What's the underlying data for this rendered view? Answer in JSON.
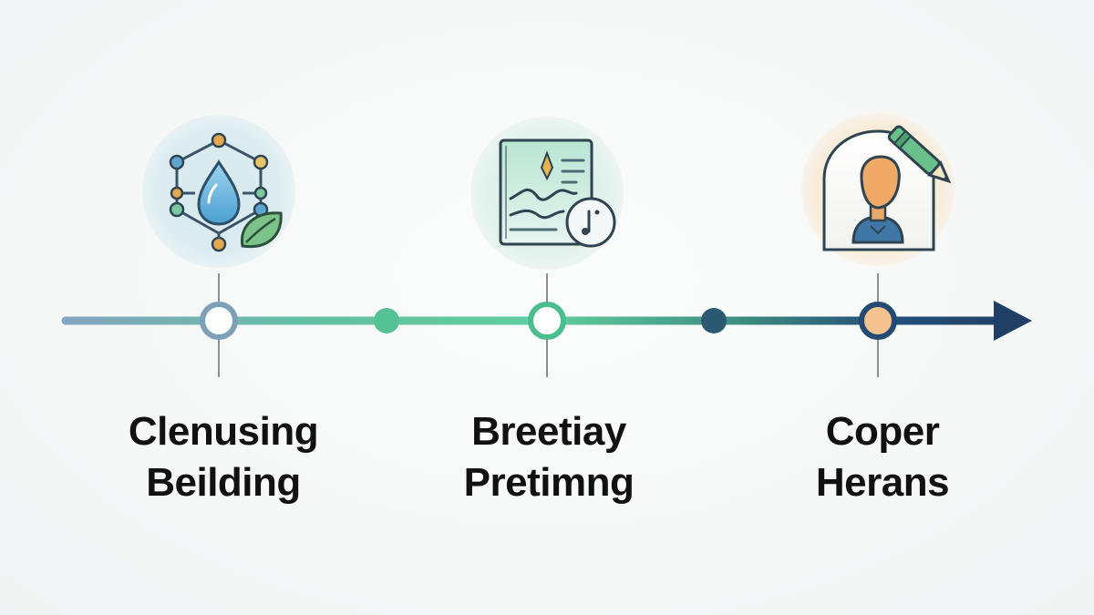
{
  "steps": [
    {
      "line1": "Clenusing",
      "line2": "Beilding",
      "icon": "water-drop-network-leaf-icon",
      "marker": "hollow-ring",
      "halo_color": "#dcecf1"
    },
    {
      "line1": "Breetiay",
      "line2": "Pretimng",
      "icon": "document-waveform-music-icon",
      "marker": "hollow-ring",
      "halo_color": "#e1f1ec"
    },
    {
      "line1": "Coper",
      "line2": "Herans",
      "icon": "portrait-frame-pen-icon",
      "marker": "filled-orange",
      "halo_color": "#f7ecd9"
    }
  ],
  "colors": {
    "line_start": "#7fa5c0",
    "line_mid": "#5dc79e",
    "line_end": "#1f4a72",
    "marker_fill": "#f5c28f",
    "text": "#111111"
  }
}
